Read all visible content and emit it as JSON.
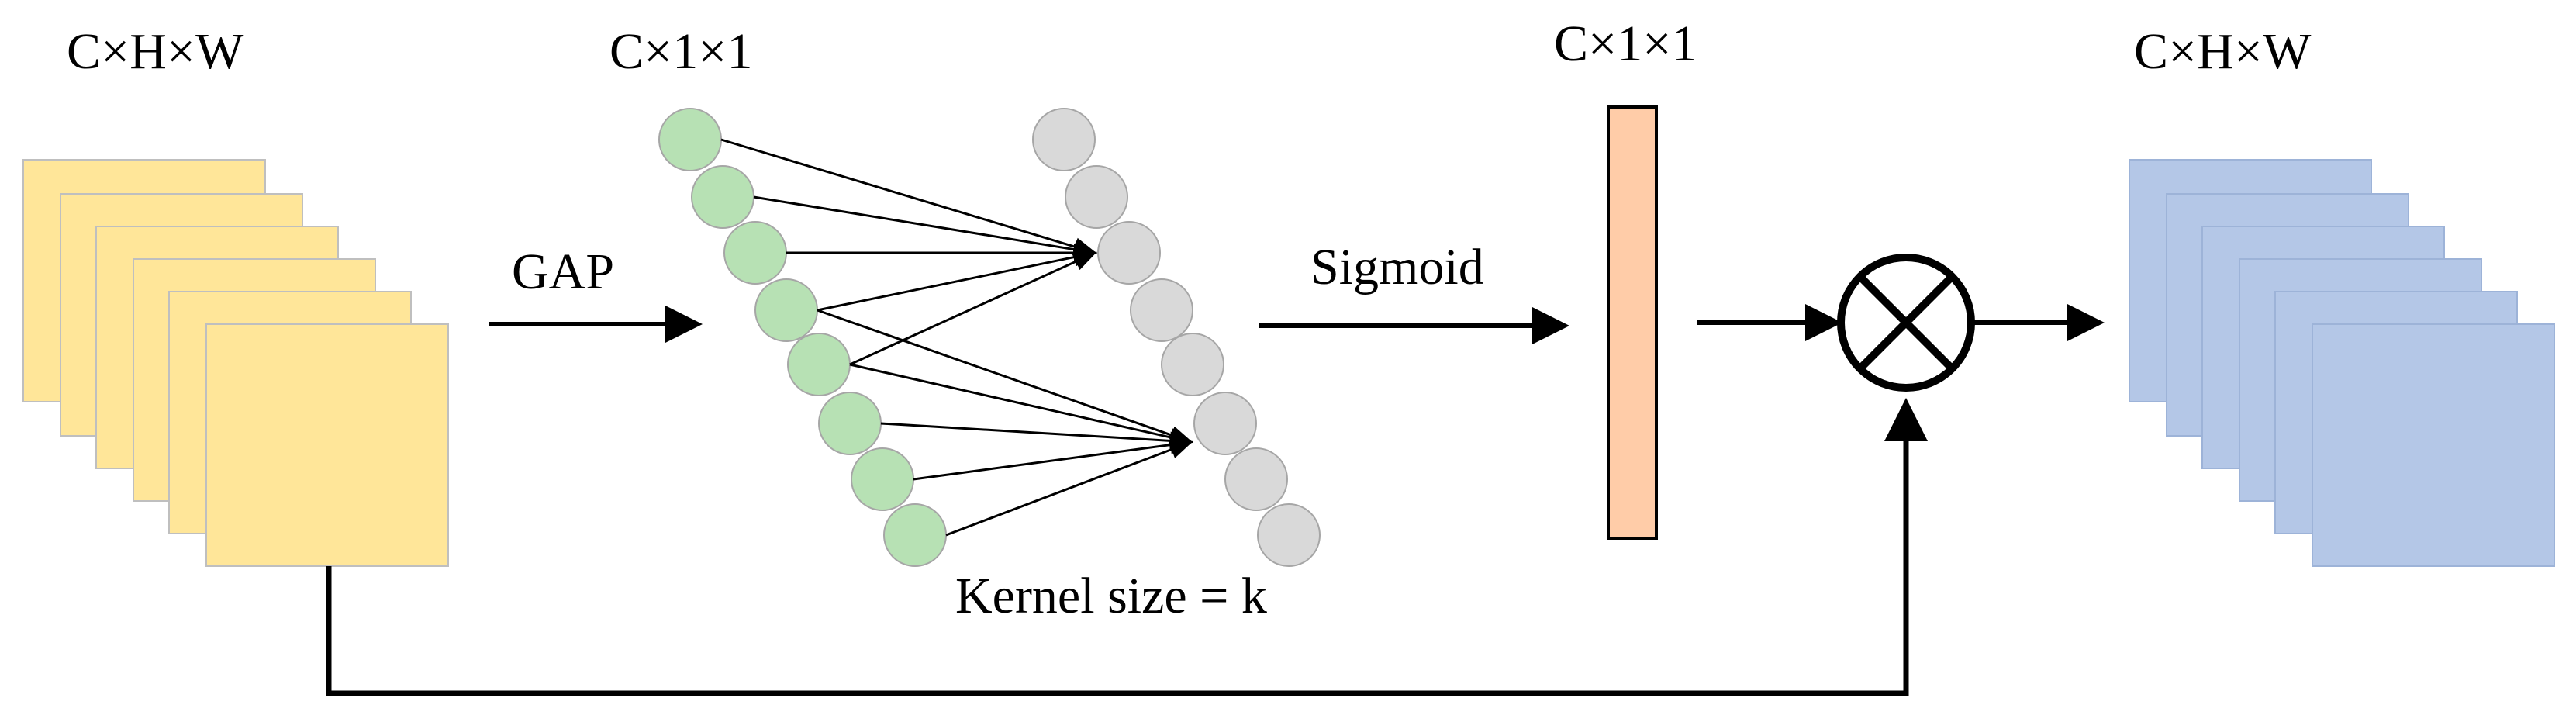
{
  "labels": {
    "input_dims": "C×H×W",
    "pooled_dims": "C×1×1",
    "attention_dims": "C×1×1",
    "output_dims": "C×H×W",
    "gap": "GAP",
    "sigmoid": "Sigmoid",
    "kernel": "Kernel size = k"
  },
  "colors": {
    "input_feature_fill": "#FFE699",
    "input_feature_stroke": "#BFBFBF",
    "pooled_node_fill": "#B7E1B4",
    "pooled_node_stroke": "#A6A6A6",
    "output_node_fill": "#D9D9D9",
    "output_node_stroke": "#A6A6A6",
    "attention_bar_fill": "#FFCCA8",
    "attention_bar_stroke": "#000000",
    "output_feature_fill": "#B4C7E7",
    "output_feature_stroke": "#9DB3D8",
    "line": "#000000"
  },
  "icons": {
    "multiply": "circled-times-icon"
  }
}
